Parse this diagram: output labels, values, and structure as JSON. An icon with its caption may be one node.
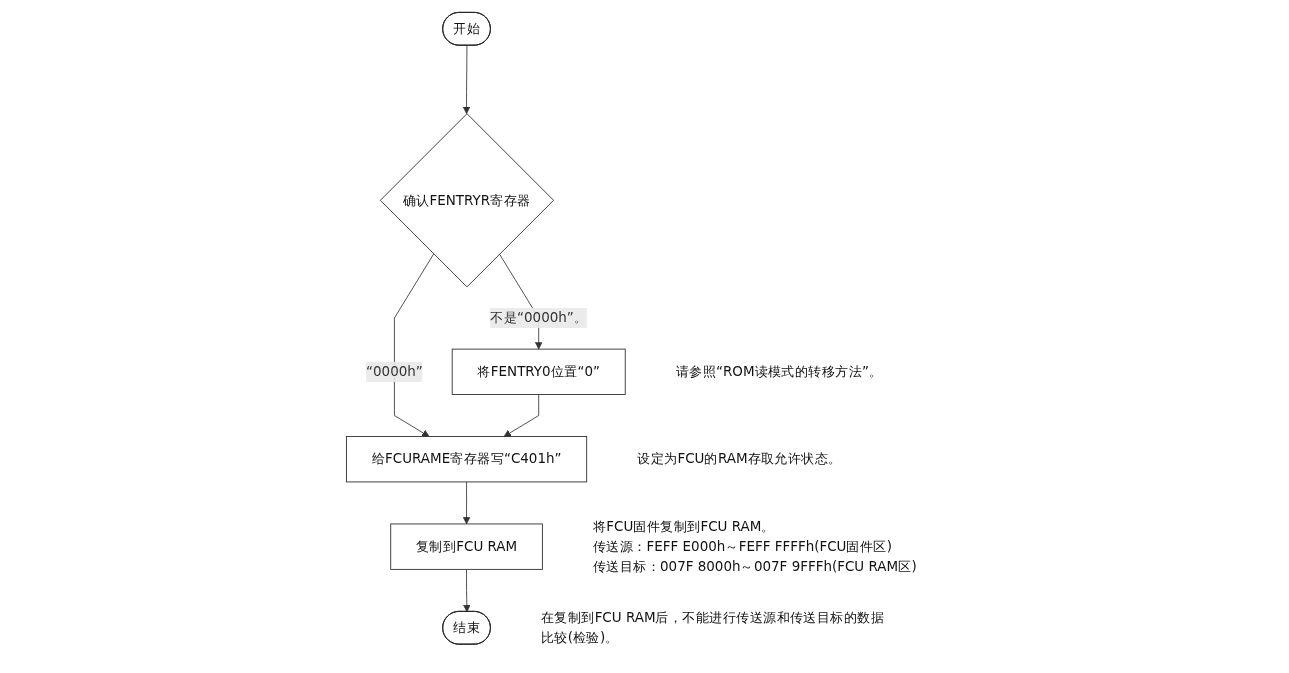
{
  "diagram": {
    "nodes": [
      {
        "text": [
          "开始"
        ]
      },
      {
        "text": [
          "确认FENTRYR寄存器"
        ]
      },
      {
        "text": [
          "将FENTRY0位置“0”"
        ],
        "beside": [
          "请参照“ROM读模式的转移方法”。"
        ]
      },
      {
        "text": [
          "给FCURAME寄存器写“C401h”"
        ],
        "beside": [
          "设定为FCU的RAM存取允许状态。"
        ]
      },
      {
        "text": [
          "复制到FCU RAM"
        ],
        "beside": [
          "将FCU固件复制到FCU RAM。",
          "传送源：FEFF E000h～FEFF FFFFh(FCU固件区)",
          "传送目标：007F 8000h～007F 9FFFh(FCU RAM区)"
        ]
      },
      {
        "text": [
          "结束"
        ],
        "beside": [
          "在复制到FCU RAM后，不能进行传送源和传送目标的数据比较(检验)。"
        ]
      }
    ],
    "edges": [
      {
        "from": 0,
        "to": 1,
        "arrow": "to"
      },
      {
        "from": 1,
        "to": 2,
        "arrow": "to",
        "label": "不是“0000h”。"
      },
      {
        "from": 1,
        "to": 3,
        "arrow": "to",
        "label": "“0000h”"
      },
      {
        "from": 2,
        "to": 3,
        "arrow": "to"
      },
      {
        "from": 3,
        "to": 4,
        "arrow": "to"
      },
      {
        "from": 4,
        "to": 5,
        "arrow": "to"
      }
    ]
  }
}
